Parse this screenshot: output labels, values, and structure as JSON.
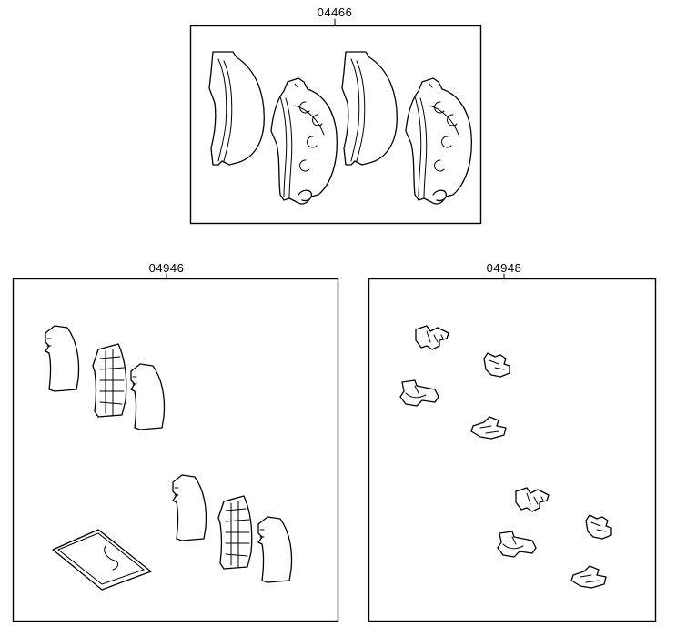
{
  "kits": [
    {
      "part_number": "04466"
    },
    {
      "part_number": "04946"
    },
    {
      "part_number": "04948"
    }
  ]
}
